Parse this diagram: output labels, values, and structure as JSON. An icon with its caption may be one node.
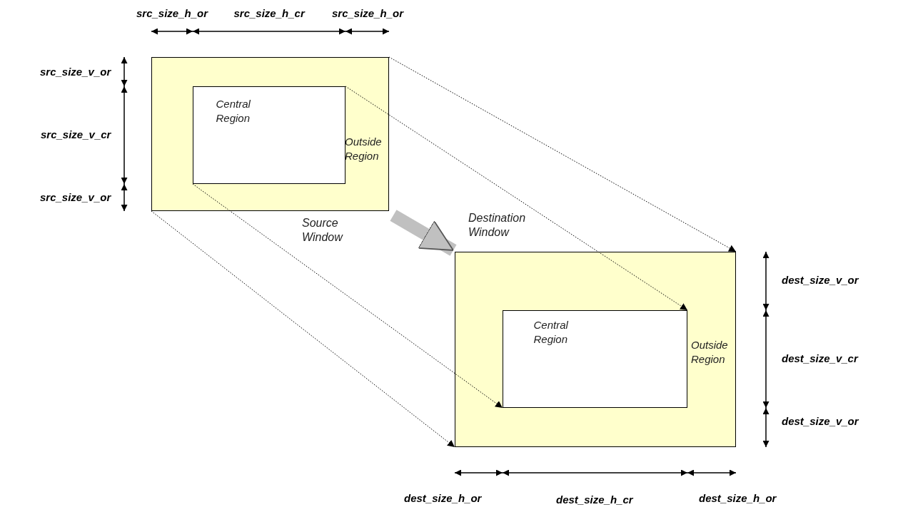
{
  "diagram": {
    "nodes": [
      {
        "text": [
          "Outside Region"
        ],
        "beside": [
          "Source Window"
        ]
      },
      {
        "text": [
          "Central Region"
        ],
        "in": 0
      },
      {
        "text": [
          "Outside Region"
        ],
        "beside": [
          "Destination Window"
        ]
      },
      {
        "text": [
          "Central Region"
        ],
        "in": 2
      }
    ],
    "edges": [
      {
        "from": 0,
        "to": 2,
        "arrow": "to",
        "style": "dashed"
      },
      {
        "from": 1,
        "to": 3,
        "arrow": "to",
        "style": "dashed"
      },
      {
        "from": 1,
        "to": 3,
        "arrow": "to",
        "style": "dashed"
      },
      {
        "from": 0,
        "to": 2,
        "arrow": "to",
        "style": "dashed"
      },
      {
        "from": 0,
        "to": 2,
        "arrow": "to",
        "style": "thick",
        "color": "#c0c0c0"
      }
    ],
    "labels": [
      "src_size_h_or",
      "src_size_h_cr",
      "src_size_h_or",
      "src_size_v_or",
      "src_size_v_cr",
      "src_size_v_or",
      "dest_size_v_or",
      "dest_size_v_cr",
      "dest_size_v_or",
      "dest_size_h_or",
      "dest_size_h_cr",
      "dest_size_h_or"
    ]
  }
}
